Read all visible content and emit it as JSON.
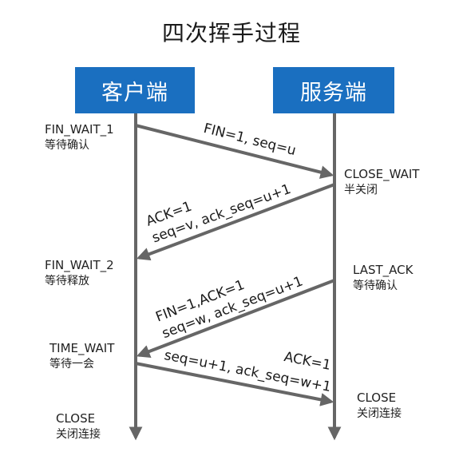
{
  "title": "四次挥手过程",
  "parties": {
    "client": "客户端",
    "server": "服务端"
  },
  "colors": {
    "box": "#1a6fc0",
    "arrow": "#666666",
    "text": "#222222"
  },
  "client_states": [
    {
      "name": "FIN_WAIT_1",
      "desc": "等待确认"
    },
    {
      "name": "FIN_WAIT_2",
      "desc": "等待释放"
    },
    {
      "name": "TIME_WAIT",
      "desc": "等待一会"
    },
    {
      "name": "CLOSE",
      "desc": "关闭连接"
    }
  ],
  "server_states": [
    {
      "name": "CLOSE_WAIT",
      "desc": "半关闭"
    },
    {
      "name": "LAST_ACK",
      "desc": "等待确认"
    },
    {
      "name": "CLOSE",
      "desc": "关闭连接"
    }
  ],
  "messages": [
    {
      "direction": "client-to-server",
      "lines": [
        "FIN=1, seq=u"
      ]
    },
    {
      "direction": "server-to-client",
      "lines": [
        "ACK=1",
        "seq=v, ack_seq=u+1"
      ]
    },
    {
      "direction": "server-to-client",
      "lines": [
        "FIN=1,ACK=1",
        "seq=w, ack_seq=u+1"
      ]
    },
    {
      "direction": "client-to-server",
      "lines": [
        "ACK=1",
        "seq=u+1, ack_seq=w+1"
      ]
    }
  ]
}
